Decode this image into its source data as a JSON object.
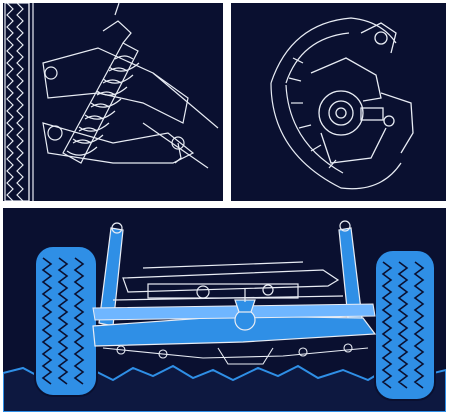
{
  "figure": {
    "colors": {
      "background": "#0a1030",
      "line_art": "#e8ecf4",
      "highlight": "#2f8fe6",
      "highlight_light": "#6fb6ff",
      "frame": "#ffffff"
    },
    "panels": [
      {
        "name": "strut-suspension-detail",
        "caption": ""
      },
      {
        "name": "wheel-hub-brake-detail",
        "caption": ""
      },
      {
        "name": "rear-axle-assembly",
        "caption": ""
      }
    ]
  }
}
